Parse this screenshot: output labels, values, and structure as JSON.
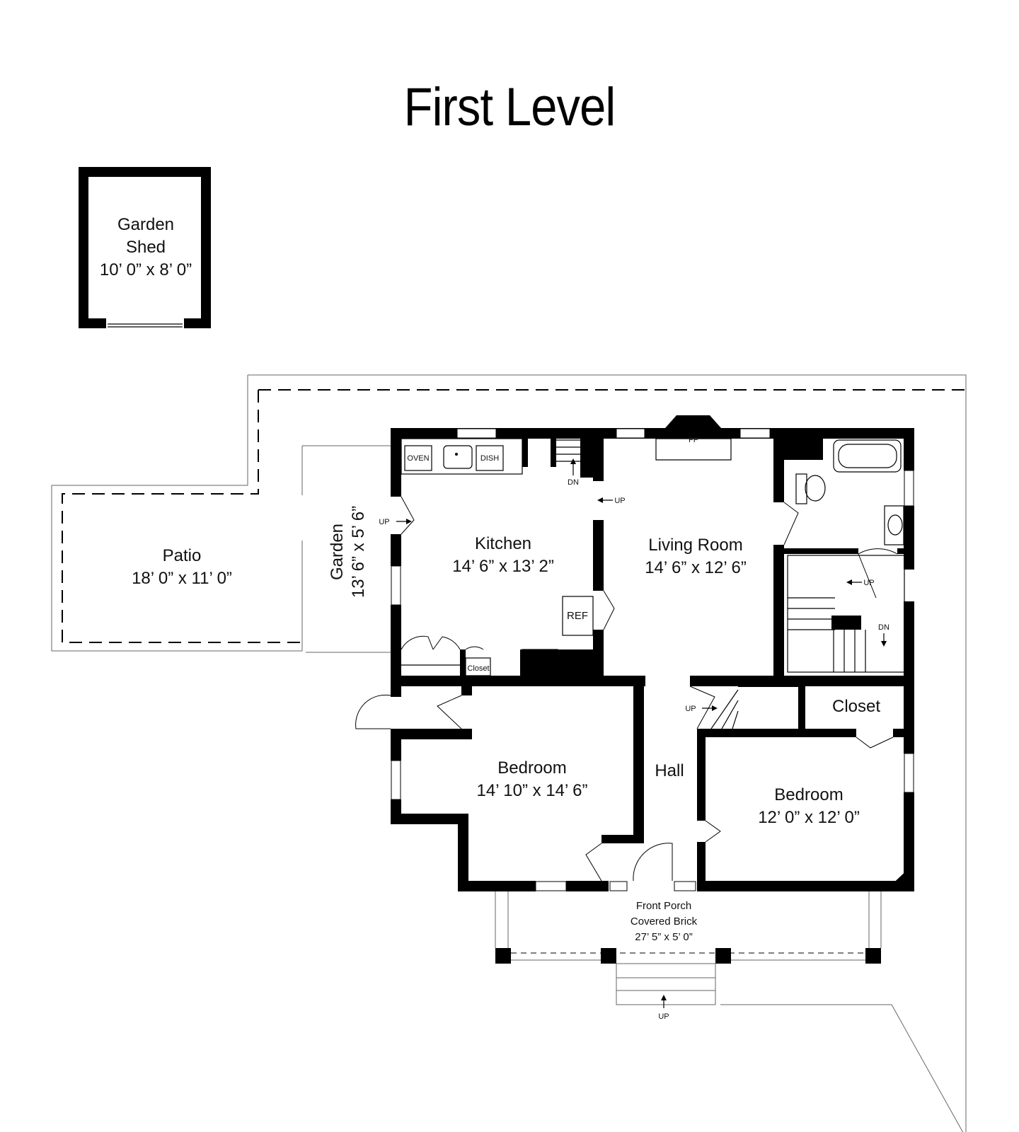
{
  "title": "First Level",
  "shed": {
    "name_line1": "Garden",
    "name_line2": "Shed",
    "size": "10’ 0” x 8’ 0”"
  },
  "patio": {
    "name": "Patio",
    "size": "18’ 0” x 11’ 0”"
  },
  "garden": {
    "name": "Garden",
    "size": "13’ 6” x 5’ 6”"
  },
  "kitchen": {
    "name": "Kitchen",
    "size": "14’ 6” x 13’ 2”",
    "oven": "OVEN",
    "dish": "DISH",
    "ref": "REF",
    "closet": "Closet"
  },
  "living": {
    "name": "Living Room",
    "size": "14’ 6” x 12’ 6”",
    "fp": "FP"
  },
  "bedroom_left": {
    "name": "Bedroom",
    "size": "14’ 10” x 14’ 6”"
  },
  "bedroom_right": {
    "name": "Bedroom",
    "size": "12’ 0” x 12’ 0”"
  },
  "hall": {
    "name": "Hall"
  },
  "closet_right": {
    "name": "Closet"
  },
  "porch": {
    "line1": "Front Porch",
    "line2": "Covered Brick",
    "size": "27’ 5” x 5’ 0”"
  },
  "stairs": {
    "up": "UP",
    "dn": "DN"
  }
}
